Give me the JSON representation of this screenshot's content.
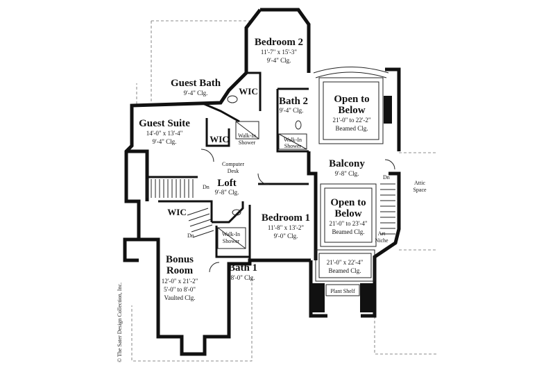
{
  "rooms": {
    "bedroom2": {
      "name": "Bedroom 2",
      "size": "11'-7\" x 15'-3\"",
      "ceiling": "9'-4\" Clg."
    },
    "guest_bath": {
      "name": "Guest Bath",
      "ceiling": "9'-4\" Clg."
    },
    "wic_top": {
      "name": "WIC"
    },
    "bath2": {
      "name": "Bath 2",
      "ceiling": "9'-4\" Clg."
    },
    "open_below_top": {
      "name1": "Open to",
      "name2": "Below",
      "size": "21'-0\" to 22'-2\"",
      "ceiling": "Beamed Clg."
    },
    "guest_suite": {
      "name": "Guest Suite",
      "size": "14'-0\" x 13'-4\"",
      "ceiling": "9'-4\" Clg."
    },
    "wic_mid": {
      "name": "WIC"
    },
    "walk_in_shower_top": {
      "line1": "Walk-In",
      "line2": "Shower"
    },
    "walk_in_shower_bath2": {
      "line1": "Walk-In",
      "line2": "Shower"
    },
    "computer_desk": {
      "line1": "Computer",
      "line2": "Desk"
    },
    "balcony": {
      "name": "Balcony",
      "ceiling": "9'-8\" Clg."
    },
    "loft": {
      "name": "Loft",
      "ceiling": "9'-8\" Clg."
    },
    "attic_space": {
      "line1": "Attic",
      "line2": "Space"
    },
    "open_below_mid": {
      "name1": "Open to",
      "name2": "Below",
      "size": "21'-0\" to 23'-4\"",
      "ceiling": "Beamed Clg."
    },
    "wic_bonus": {
      "name": "WIC"
    },
    "bedroom1": {
      "name": "Bedroom 1",
      "size": "11'-8\" x 13'-2\"",
      "ceiling": "9'-0\" Clg."
    },
    "walk_in_shower_bath1": {
      "line1": "Walk-In",
      "line2": "Shower"
    },
    "art_niche": {
      "line1": "Art",
      "line2": "Niche"
    },
    "bonus_room": {
      "name1": "Bonus",
      "name2": "Room",
      "size": "12'-0\" x 21'-2\"",
      "height": "5'-0\" to 8'-0\"",
      "ceiling": "Vaulted Clg."
    },
    "bath1": {
      "name": "Bath 1",
      "ceiling": "8'-0\" Clg."
    },
    "open_below_bottom": {
      "size": "21'-0\" x 22'-4\"",
      "ceiling": "Beamed Clg."
    },
    "plant_shelf": {
      "name": "Plant Shelf"
    }
  },
  "stair_labels": {
    "dn": "Dn"
  },
  "copyright": "© The Sater Design Collection, Inc."
}
